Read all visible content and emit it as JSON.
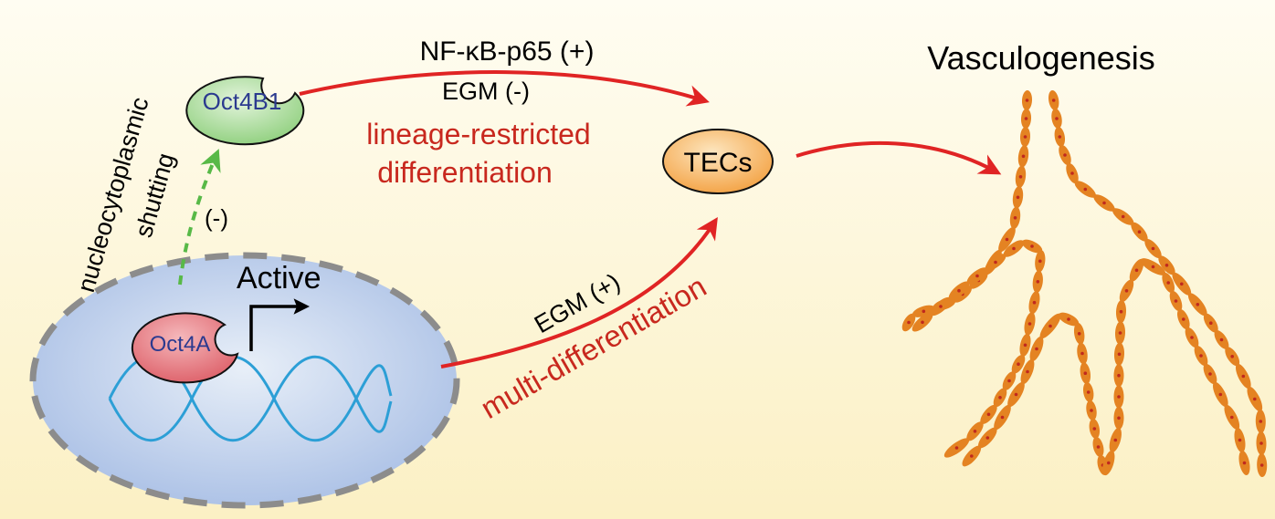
{
  "labels": {
    "oct4b1": "Oct4B1",
    "oct4a": "Oct4A",
    "tecs": "TECs",
    "active": "Active",
    "nfkb": "NF-κB-p65 (+)",
    "egm_neg": "EGM (-)",
    "lineage_1": "lineage-restricted",
    "lineage_2": "differentiation",
    "egm_pos": "EGM (+)",
    "multi": "multi-differentiation",
    "shutting_1": "nucleocytoplasmic",
    "shutting_2": "shutting",
    "minus": "(-)",
    "vasculogenesis": "Vasculogenesis"
  },
  "colors": {
    "red_arrow": "#e02424",
    "red_text": "#c8281e",
    "green_dash": "#58b947",
    "oct4b1_fill": "#a9d99a",
    "oct4a_fill": "#e5767d",
    "tecs_fill": "#f5a94a",
    "nucleus_fill": "#b9cbe9",
    "dna": "#2c9fd6",
    "cell_fill": "#e48322",
    "cell_dot": "#c0291e",
    "label_blue": "#2b3a8f"
  }
}
